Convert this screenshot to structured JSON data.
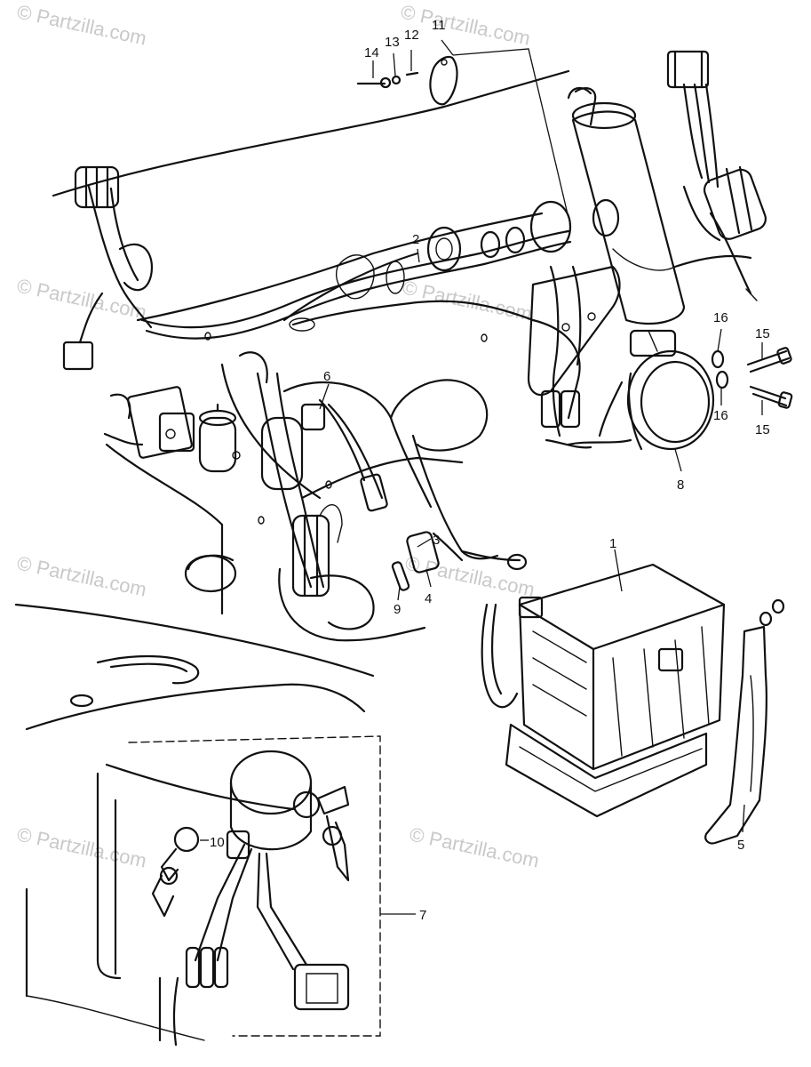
{
  "watermark": {
    "text": "© Partzilla.com",
    "color": "#c9c9c9"
  },
  "parts": [
    {
      "id": "p1",
      "label": "1"
    },
    {
      "id": "p2",
      "label": "2"
    },
    {
      "id": "p3",
      "label": "3"
    },
    {
      "id": "p4",
      "label": "4"
    },
    {
      "id": "p5",
      "label": "5"
    },
    {
      "id": "p6",
      "label": "6"
    },
    {
      "id": "p7",
      "label": "7"
    },
    {
      "id": "p8",
      "label": "8"
    },
    {
      "id": "p9",
      "label": "9"
    },
    {
      "id": "p10",
      "label": "10"
    },
    {
      "id": "p11",
      "label": "11"
    },
    {
      "id": "p12",
      "label": "12"
    },
    {
      "id": "p13",
      "label": "13"
    },
    {
      "id": "p14",
      "label": "14"
    },
    {
      "id": "p15a",
      "label": "15"
    },
    {
      "id": "p15b",
      "label": "15"
    },
    {
      "id": "p16a",
      "label": "16"
    },
    {
      "id": "p16b",
      "label": "16"
    }
  ]
}
